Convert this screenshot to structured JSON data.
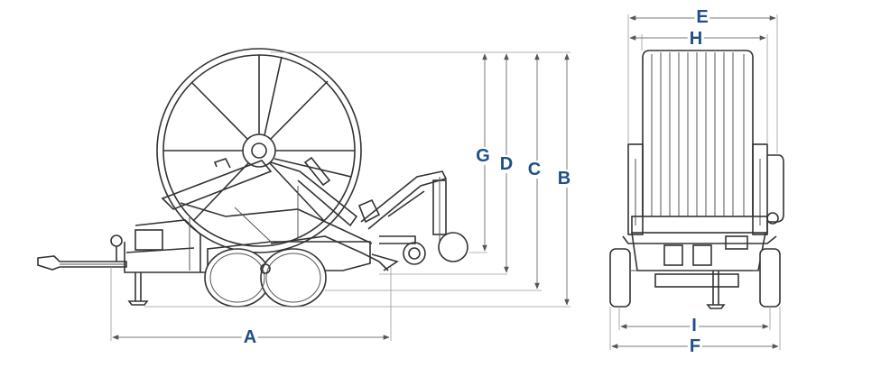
{
  "dimension_labels": {
    "A": "A",
    "B": "B",
    "C": "C",
    "D": "D",
    "E": "E",
    "F": "F",
    "G": "G",
    "H": "H",
    "I": "I"
  },
  "colors": {
    "label": "#1f4e89",
    "line": "#333333",
    "dimension": "#7a7a7a"
  }
}
